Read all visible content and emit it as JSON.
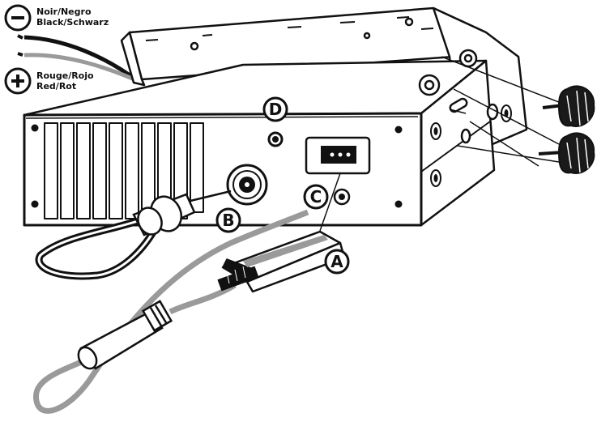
{
  "legend": {
    "negative": {
      "symbol": "−",
      "line1": "Noir/Negro",
      "line2": "Black/Schwarz"
    },
    "positive": {
      "symbol": "+",
      "line1": "Rouge/Rojo",
      "line2": "Red/Rot"
    }
  },
  "callouts": {
    "a": "A",
    "b": "B",
    "c": "C",
    "d": "D"
  },
  "colors": {
    "ink": "#111111",
    "wire_gray": "#9a9a9a",
    "knob": "#1a1a1a"
  }
}
